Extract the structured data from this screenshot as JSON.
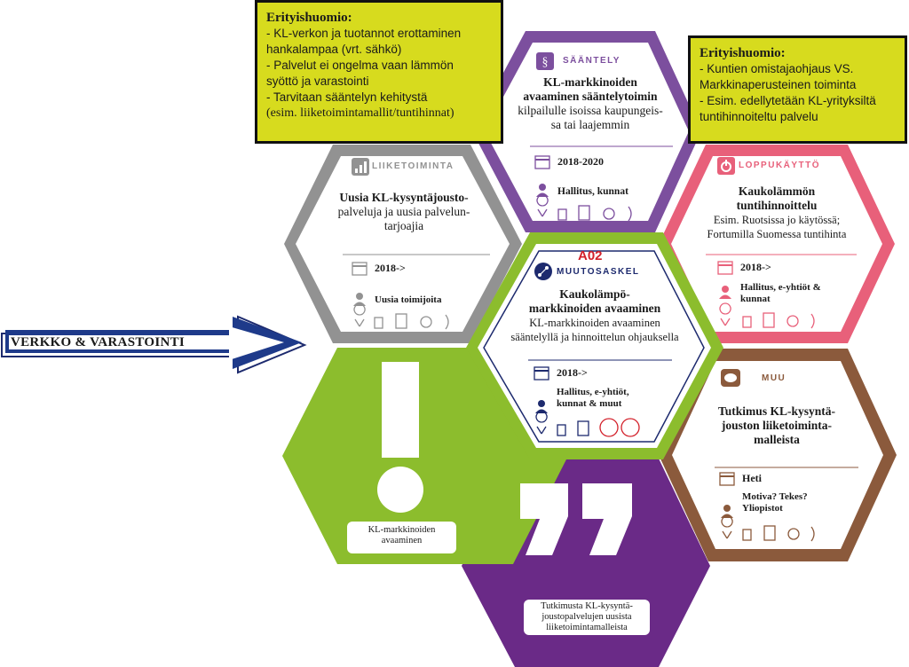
{
  "notes": {
    "left": {
      "title": "Erityishuomio:",
      "lines": [
        "- KL-verkon ja tuotannot erottaminen",
        "hankalampaa (vrt. sähkö)",
        "- Palvelut ei ongelma vaan lämmön",
        "syöttö ja varastointi",
        "- Tarvitaan sääntelyn kehitystä",
        "(esim. liiketoimintamallit/tuntihinnat)"
      ]
    },
    "right": {
      "title": "Erityishuomio:",
      "lines": [
        "- Kuntien omistajaohjaus VS.",
        "Markkinaperusteinen toiminta",
        "- Esim. edellytetään KL-yrityksiltä",
        "tuntihinnoiteltu palvelu"
      ]
    }
  },
  "arrow": {
    "label": "VERKKO & VARASTOINTI"
  },
  "colors": {
    "gray": "#929292",
    "purple": "#7c4f9e",
    "pink": "#e8607a",
    "green": "#8cbd2d",
    "brown": "#8b5a3c",
    "dark_purple": "#6a2a87",
    "navy": "#1d2a6e",
    "yellow": "#d7db1e",
    "red": "#d3202a"
  },
  "hexes": {
    "saantely": {
      "category": "SÄÄNTELY",
      "icon": "section-sign-icon",
      "title_lines": [
        "KL-markkinoiden",
        "avaaminen sääntelytoimin",
        "kilpailulle isoissa kaupungeis-",
        "sa tai laajemmin"
      ],
      "years": "2018-2020",
      "actors": "Hallitus, kunnat"
    },
    "liiketoiminta": {
      "category": "LIIKETOIMINTA",
      "icon": "bar-chart-icon",
      "title_lines": [
        "Uusia KL-kysyntäjousto-",
        "palveluja ja uusia palvelun-",
        "tarjoajia"
      ],
      "years": "2018->",
      "actors": "Uusia toimijoita"
    },
    "loppukaytto": {
      "category": "LOPPUKÄYTTÖ",
      "icon": "power-plug-icon",
      "title_lines": [
        "Kaukolämmön",
        "tuntihinnoittelu",
        "Esim. Ruotsissa jo käytössä;",
        "Fortumilla Suomessa tuntihinta"
      ],
      "years": "2018->",
      "actors_lines": [
        "Hallitus, e-yhtiöt &",
        "kunnat"
      ]
    },
    "muutosaskel": {
      "code": "A02",
      "category": "MUUTOSASKEL",
      "icon": "network-icon",
      "title_lines": [
        "Kaukolämpö-",
        "markkinoiden avaaminen",
        "KL-markkinoiden avaaminen",
        "sääntelyllä ja hinnoittelun ohjauksella"
      ],
      "years": "2018->",
      "actors_lines": [
        "Hallitus, e-yhtiöt,",
        "kunnat & muut"
      ]
    },
    "muu": {
      "category": "MUU",
      "icon": "speech-bubble-icon",
      "title_lines": [
        "Tutkimus KL-kysyntä-",
        "jouston liiketoiminta-",
        "malleista"
      ],
      "years": "Heti",
      "actors_lines": [
        "Motiva? Tekes?",
        "Yliopistot"
      ]
    },
    "exclamation": {
      "caption_lines": [
        "KL-markkinoiden",
        "avaaminen"
      ]
    },
    "quote": {
      "caption_lines": [
        "Tutkimusta KL-kysyntä-",
        "joustopalvelujen uusista",
        "liiketoimintamalleista"
      ]
    }
  }
}
